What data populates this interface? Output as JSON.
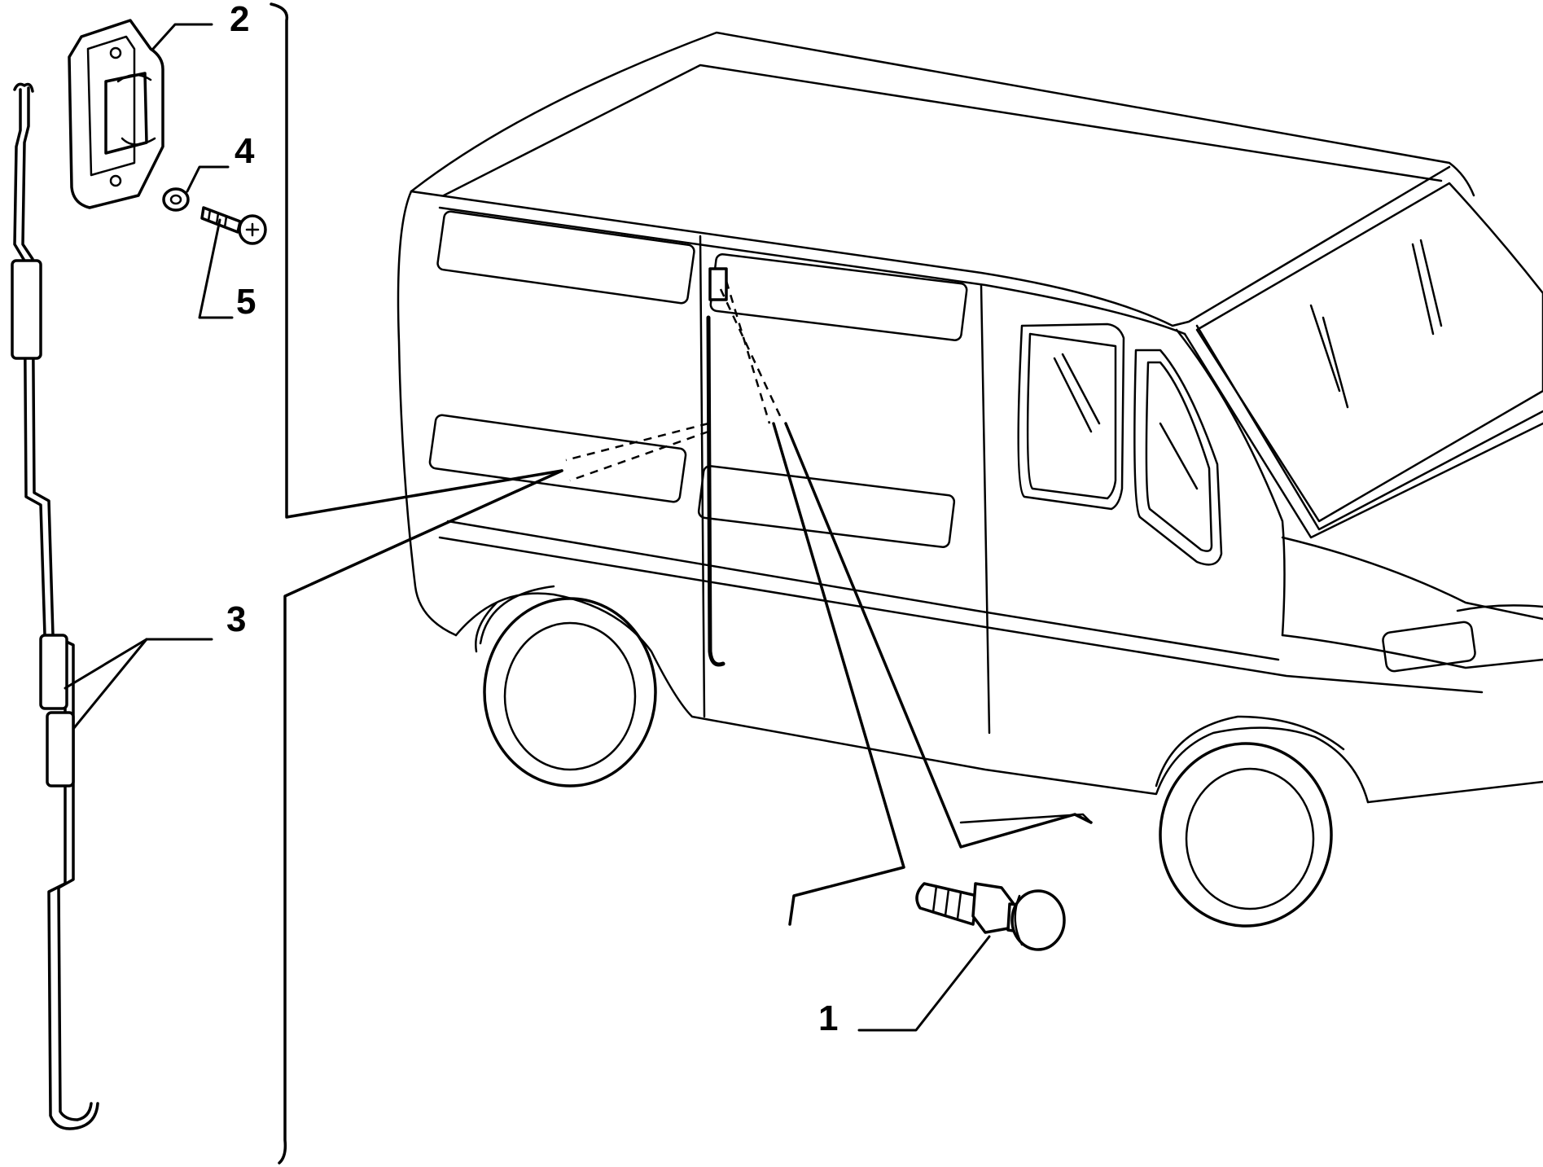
{
  "callouts": [
    {
      "id": "part-1",
      "number": "1"
    },
    {
      "id": "part-2",
      "number": "2"
    },
    {
      "id": "part-3",
      "number": "3"
    },
    {
      "id": "part-4",
      "number": "4"
    },
    {
      "id": "part-5",
      "number": "5"
    }
  ],
  "icons": [
    "van-illustration",
    "door-latch-icon",
    "control-rod-icon",
    "washer-icon",
    "screw-icon",
    "striker-bolt-icon"
  ]
}
